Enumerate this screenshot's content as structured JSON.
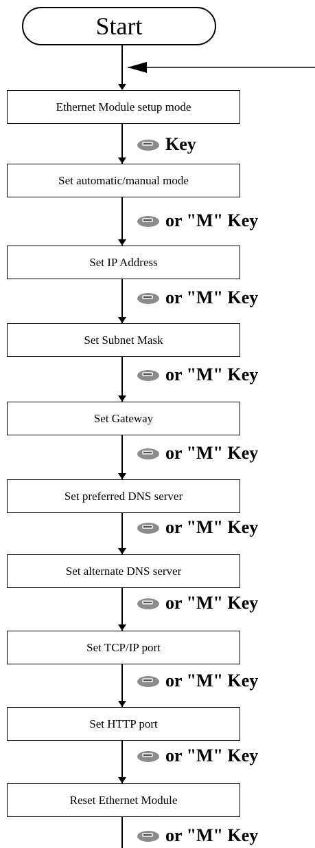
{
  "start_label": "Start",
  "steps": [
    "Ethernet Module setup mode",
    "Set automatic/manual mode",
    "Set IP Address",
    "Set Subnet Mask",
    "Set Gateway",
    "Set preferred DNS server",
    "Set alternate DNS server",
    "Set TCP/IP port",
    "Set HTTP port",
    "Reset Ethernet Module"
  ],
  "transitions": [
    "Key",
    "or \"M\" Key",
    "or \"M\" Key",
    "or \"M\" Key",
    "or \"M\" Key",
    "or \"M\" Key",
    "or \"M\" Key",
    "or \"M\" Key",
    "or \"M\" Key",
    "or \"M\" Key"
  ],
  "key_icon": "key-button-icon",
  "colors": {
    "line": "#000000",
    "key_icon_fill": "#8c8c8c",
    "background": "#ffffff"
  }
}
